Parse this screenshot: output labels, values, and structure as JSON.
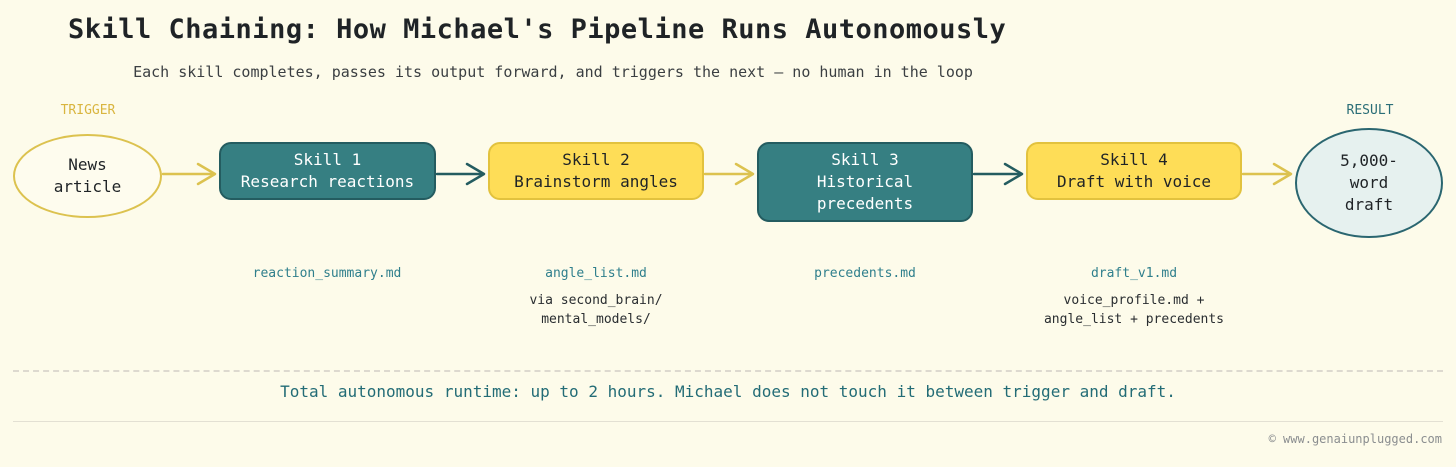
{
  "title": "Skill Chaining: How Michael's Pipeline Runs Autonomously",
  "subtitle": "Each skill completes, passes its output forward, and triggers the next — no human in the loop",
  "labels": {
    "trigger": "TRIGGER",
    "result": "RESULT"
  },
  "start": {
    "lines": [
      "News",
      "article"
    ]
  },
  "end": {
    "lines": [
      "5,000-",
      "word",
      "draft"
    ]
  },
  "skills": [
    {
      "lines": [
        "Skill 1",
        "Research reactions"
      ],
      "style": "teal",
      "output": "reaction_summary.md",
      "notes": []
    },
    {
      "lines": [
        "Skill 2",
        "Brainstorm angles"
      ],
      "style": "yellow",
      "output": "angle_list.md",
      "notes": [
        "via second_brain/",
        "mental_models/"
      ]
    },
    {
      "lines": [
        "Skill 3",
        "Historical",
        "precedents"
      ],
      "style": "teal",
      "output": "precedents.md",
      "notes": []
    },
    {
      "lines": [
        "Skill 4",
        "Draft with voice"
      ],
      "style": "yellow",
      "output": "draft_v1.md",
      "notes": [
        "voice_profile.md +",
        "angle_list + precedents"
      ]
    }
  ],
  "footer": "Total autonomous runtime: up to 2 hours. Michael does not touch it between trigger and draft.",
  "copyright": "© www.genaiunplugged.com",
  "colors": {
    "teal": "#367f82",
    "yellow": "#fedd57",
    "arrow_yellow": "#dcc24f",
    "arrow_teal": "#245c60",
    "background": "#fdfbea"
  }
}
